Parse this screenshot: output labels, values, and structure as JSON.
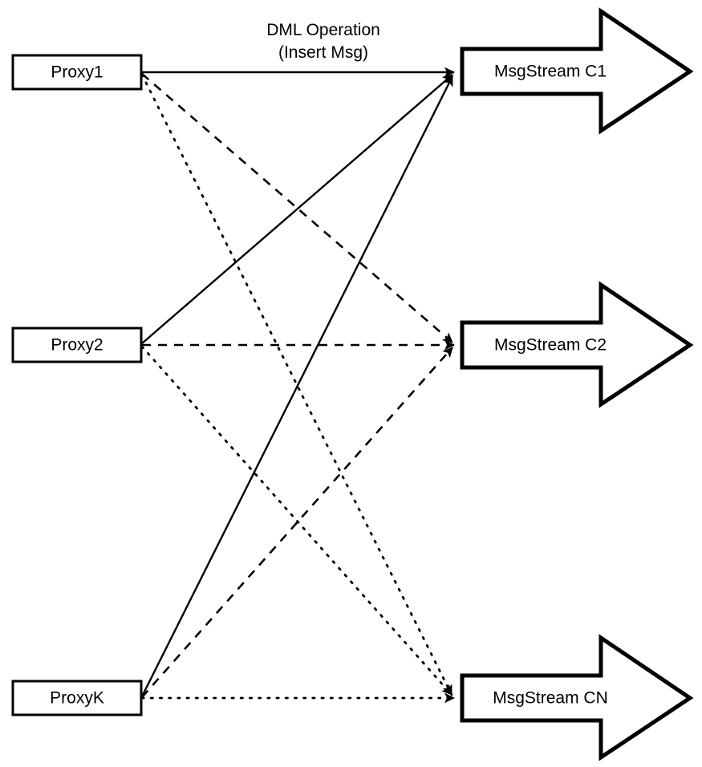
{
  "diagram": {
    "title": "Proxy to MsgStream fan-out diagram",
    "background_color": "#ffffff",
    "stroke_color": "#000000",
    "edge_label": {
      "line1": "DML Operation",
      "line2": "(Insert Msg)"
    },
    "proxies": [
      {
        "id": "proxy1",
        "label": "Proxy1"
      },
      {
        "id": "proxy2",
        "label": "Proxy2"
      },
      {
        "id": "proxyK",
        "label": "ProxyK"
      }
    ],
    "streams": [
      {
        "id": "stream-c1",
        "label": "MsgStream C1"
      },
      {
        "id": "stream-c2",
        "label": "MsgStream C2"
      },
      {
        "id": "stream-cn",
        "label": "MsgStream CN"
      }
    ],
    "edges": [
      {
        "from": "Proxy1",
        "to": "MsgStream C1",
        "style": "solid"
      },
      {
        "from": "Proxy2",
        "to": "MsgStream C1",
        "style": "solid"
      },
      {
        "from": "ProxyK",
        "to": "MsgStream C1",
        "style": "solid"
      },
      {
        "from": "Proxy1",
        "to": "MsgStream C2",
        "style": "dashed"
      },
      {
        "from": "Proxy2",
        "to": "MsgStream C2",
        "style": "dashed"
      },
      {
        "from": "ProxyK",
        "to": "MsgStream C2",
        "style": "dashed"
      },
      {
        "from": "Proxy1",
        "to": "MsgStream CN",
        "style": "dotted"
      },
      {
        "from": "Proxy2",
        "to": "MsgStream CN",
        "style": "dotted"
      },
      {
        "from": "ProxyK",
        "to": "MsgStream CN",
        "style": "dotted"
      }
    ]
  }
}
